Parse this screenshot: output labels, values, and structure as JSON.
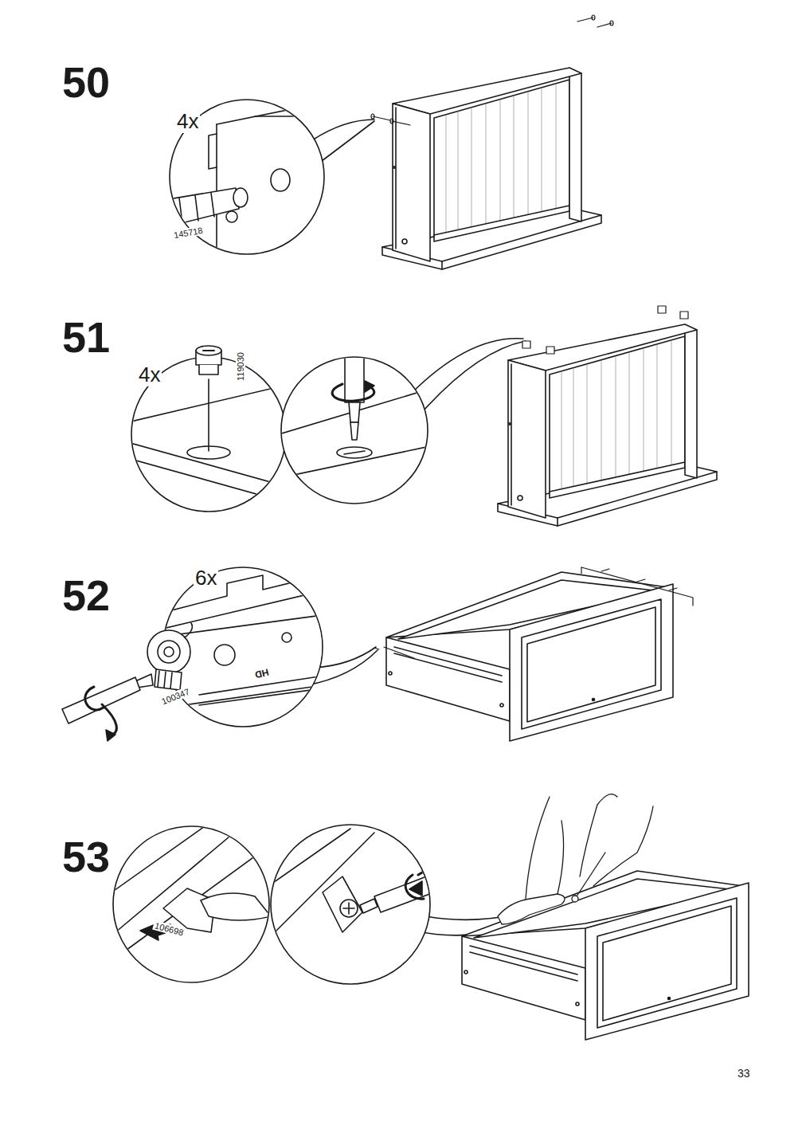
{
  "diagram": {
    "labels": [
      "50",
      "4x",
      "145718",
      "51",
      "4x",
      "119030",
      "52",
      "6x",
      "100347",
      "HD",
      "53",
      "106698",
      "33"
    ]
  }
}
